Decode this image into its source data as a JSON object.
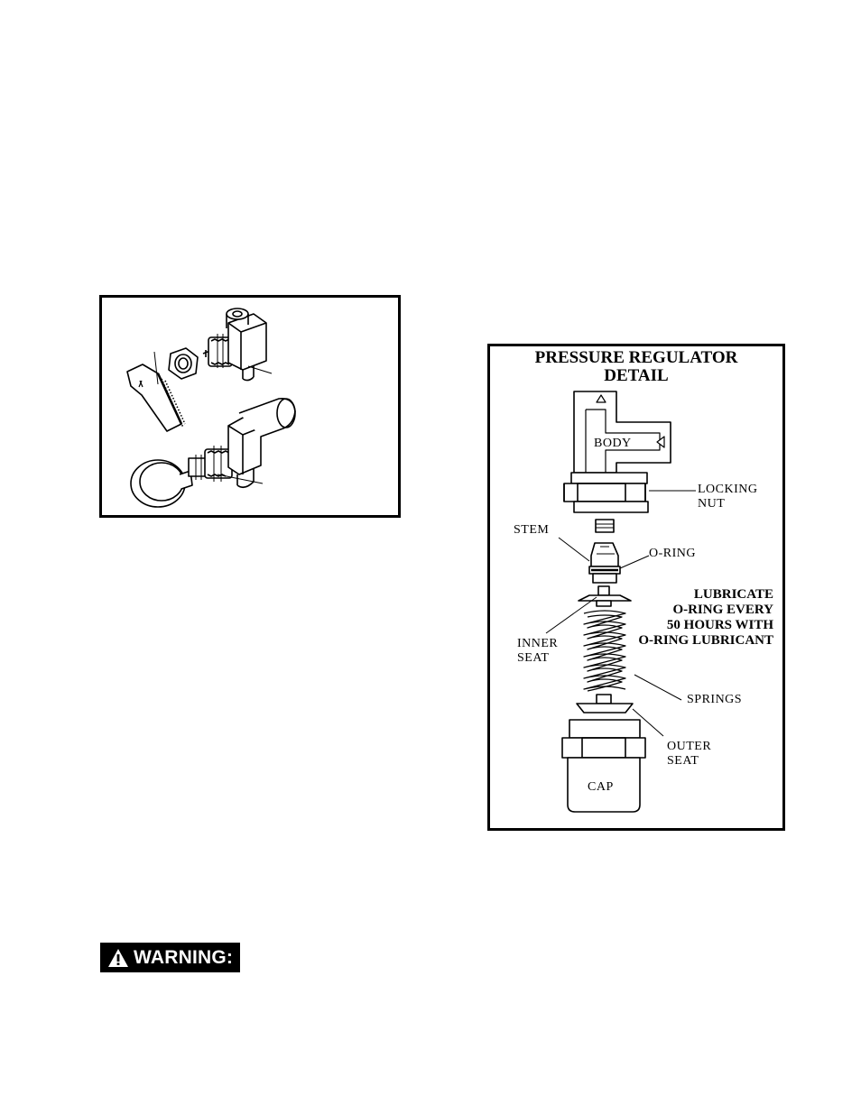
{
  "regulator": {
    "title_line1": "PRESSURE REGULATOR",
    "title_line2": "DETAIL",
    "labels": {
      "body": "BODY",
      "locking_nut_1": "LOCKING",
      "locking_nut_2": "NUT",
      "stem": "STEM",
      "o_ring": "O-RING",
      "inner_seat_1": "INNER",
      "inner_seat_2": "SEAT",
      "springs": "SPRINGS",
      "outer_seat_1": "OUTER",
      "outer_seat_2": "SEAT",
      "cap": "CAP"
    },
    "note": [
      "LUBRICATE",
      "O-RING EVERY",
      "50 HOURS WITH",
      "O-RING LUBRICANT"
    ]
  },
  "warning": {
    "label": "WARNING:",
    "icon": "warning-triangle-icon",
    "background": "#000000",
    "text_color": "#ffffff"
  }
}
